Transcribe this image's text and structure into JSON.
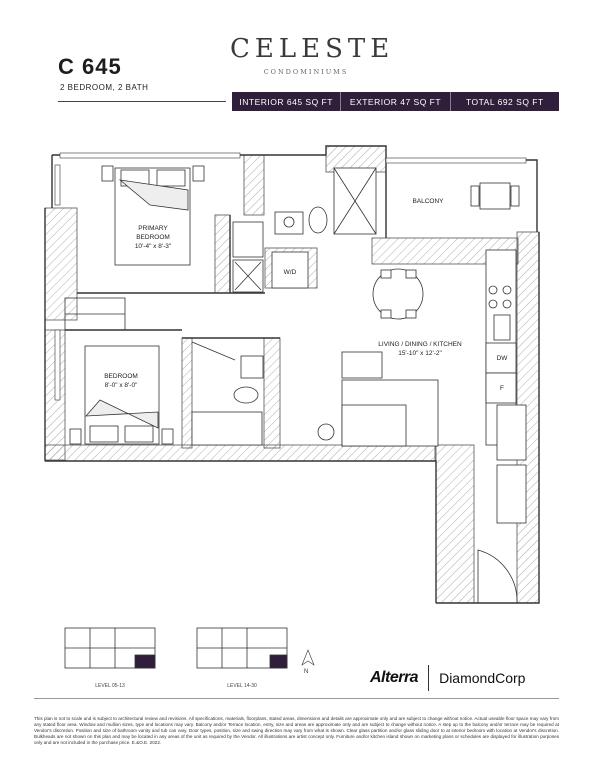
{
  "unit": {
    "code": "C 645",
    "subtitle": "2 BEDROOM, 2 BATH"
  },
  "brand": {
    "name": "CELESTE",
    "tagline": "CONDOMINIUMS"
  },
  "areas": {
    "interior": "INTERIOR 645 SQ FT",
    "exterior": "EXTERIOR 47 SQ FT",
    "total": "TOTAL 692 SQ FT"
  },
  "rooms": {
    "primary_bedroom": {
      "name_line1": "PRIMARY",
      "name_line2": "BEDROOM",
      "dims": "10'-4\" x 8'-3\""
    },
    "bedroom": {
      "name": "BEDROOM",
      "dims": "8'-0\" x 8'-0\""
    },
    "living": {
      "name": "LIVING / DINING / KITCHEN",
      "dims": "15'-10\" x 12'-2\""
    },
    "balcony": {
      "name": "BALCONY"
    },
    "laundry": {
      "label": "W/D"
    },
    "dishwasher": {
      "label": "DW"
    },
    "fridge": {
      "label": "F"
    }
  },
  "key_plans": {
    "left_label": "LEVEL 05-13",
    "right_label": "LEVEL 14-30",
    "north": "N"
  },
  "logos": {
    "developer_1": "Alterra",
    "developer_2": "DiamondCorp"
  },
  "disclaimer": "This plan is not to scale and is subject to architectural review and revisions. All specifications, materials, floorplans, stated areas, dimensions and details are approximate only and are subject to change without notice. Actual useable floor space may vary from any stated floor area. Window and mullion sizes, type and locations may vary. Balcony and/or Terrace location, entry, size and areas are approximate only and are subject to change without notice. A step up to the balcony and/or terrace may be required at Vendor's discretion. Position and size of bathroom vanity and tub can vary. Door types, position, size and swing direction may vary from what is shown. Clear glass partition and/or glass sliding door to at interior bedroom with location at Vendor's discretion. Bulkheads are not shown on this plan and may be located in any areas of the unit as required by the Vendor. All illustrations are artist concept only. Furniture and/or kitchen island shown on marketing plans or schedules are displayed for illustration purposes only and are not included in the purchase price. E.&O.E. 2022."
}
